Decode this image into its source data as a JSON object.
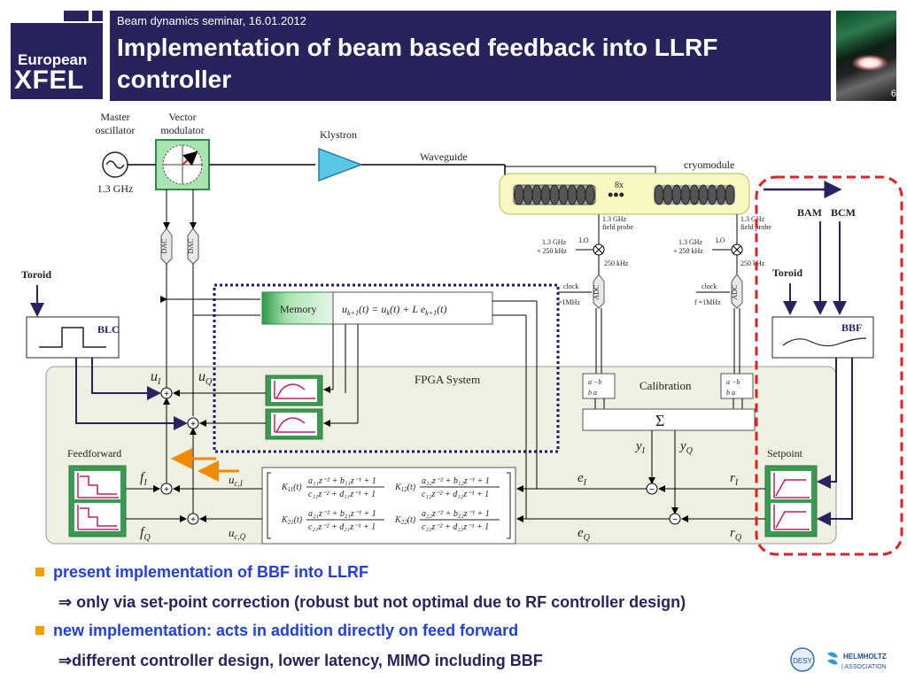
{
  "header": {
    "subtitle": "Beam dynamics seminar, 16.01.2012",
    "title": "Implementation of beam based feedback into LLRF controller",
    "page_number": "6",
    "logo_line1": "European",
    "logo_line2": "XFEL"
  },
  "diagram": {
    "master_oscillator": "Master oscillator",
    "freq_13": "1.3 GHz",
    "vector_modulator": "Vector modulator",
    "klystron": "Klystron",
    "waveguide": "Waveguide",
    "cryomodule": "cryomodule",
    "eight_x": "8x",
    "dac": "DAC",
    "adc": "ADC",
    "field_probe": "1.3 GHz field probe",
    "lo_source": "1.3 GHz + 250 kHz",
    "lo": "LO",
    "if_freq": "250 kHz",
    "clock": "clock",
    "clock_freq_left": "=1MHz",
    "clock_freq_right": "f =1MHz",
    "memory": "Memory",
    "memory_eq": "u_{k+1}(t) = u_k(t) + L e_{k+1}(t)",
    "fpga": "FPGA System",
    "calibration": "Calibration",
    "sigma": "Σ",
    "toroid": "Toroid",
    "blc": "BLC",
    "bbf": "BBF",
    "bam": "BAM",
    "bcm": "BCM",
    "feedforward": "Feedforward",
    "setpoint": "Setpoint",
    "uI": "u_I",
    "uQ": "u_Q",
    "fI": "f_I",
    "fQ": "f_Q",
    "ucI": "u_c,I",
    "ucQ": "u_c,Q",
    "eI": "e_I",
    "eQ": "e_Q",
    "rI": "r_I",
    "rQ": "r_Q",
    "yI": "y_I",
    "yQ": "y_Q",
    "calib_matrix_a": "a  −b",
    "calib_matrix_b": "b   a",
    "k11": "K11(t) (a11 z−2 + b11 z−1 + 1)/(c11 z−2 + d11 z−1 + 1)",
    "k12": "K12(t) (a12 z−2 + b12 z−1 + 1)/(c12 z−2 + d12 z−1 + 1)",
    "k21": "K21(t) (a21 z−2 + b21 z−1 + 1)/(c21 z−2 + d21 z−1 + 1)",
    "k22": "K22(t) (a22 z−2 + b22 z−1 + 1)/(c22 z−2 + d22 z−1 + 1)"
  },
  "bullets": [
    {
      "text": "present implementation of BBF into LLRF",
      "level": 1
    },
    {
      "text": "⇒ only via set-point correction (robust but not  optimal due to RF controller design)",
      "level": 2
    },
    {
      "text": "new implementation: acts in addition directly on feed forward",
      "level": 1
    },
    {
      "text": "⇒different controller design, lower latency, MIMO including BBF",
      "level": 2
    }
  ],
  "footer": {
    "desy": "DESY",
    "helmholtz_line1": "HELMHOLTZ",
    "helmholtz_line2": "| ASSOCIATION"
  },
  "colors": {
    "header_bg": "#28235c",
    "bullet_blue": "#1f3fe0",
    "bullet_dark": "#28235c",
    "bullet_square": "#f5a000",
    "fpga_bg": "#f0f0e2",
    "block_green": "#3a9a52",
    "highlight_red": "#e02020",
    "memory_dotted": "#1a1a6a",
    "arrow_orange": "#f08a00"
  }
}
